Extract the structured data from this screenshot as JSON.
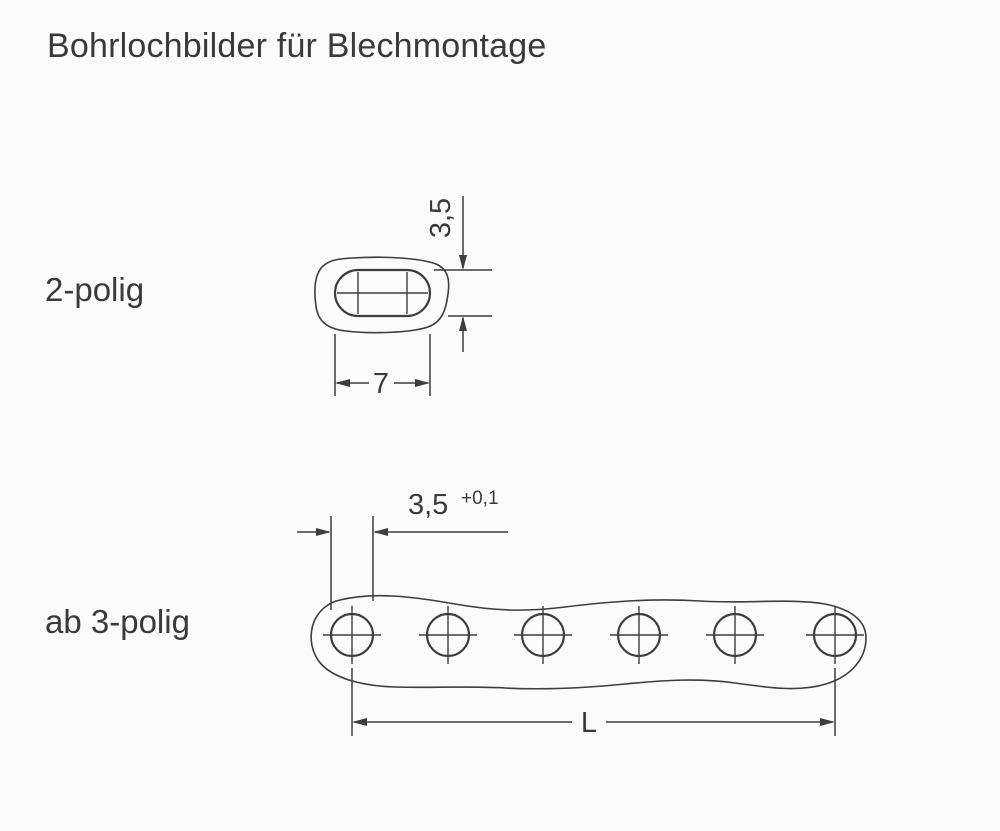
{
  "page": {
    "title": "Bohrlochbilder für Blechmontage",
    "background_color": "#fbfbfb",
    "line_color": "#3d3d3d",
    "text_color": "#3a3a3a"
  },
  "sections": {
    "two_pole": {
      "label": "2-polig",
      "hole_count": 2,
      "dimensions": {
        "slot_height": "3,5",
        "slot_width": "7"
      }
    },
    "multi_pole": {
      "label": "ab 3-polig",
      "hole_count": 6,
      "dimensions": {
        "pitch": "3,5",
        "pitch_tolerance": "+0,1",
        "total_length": "L"
      }
    }
  }
}
